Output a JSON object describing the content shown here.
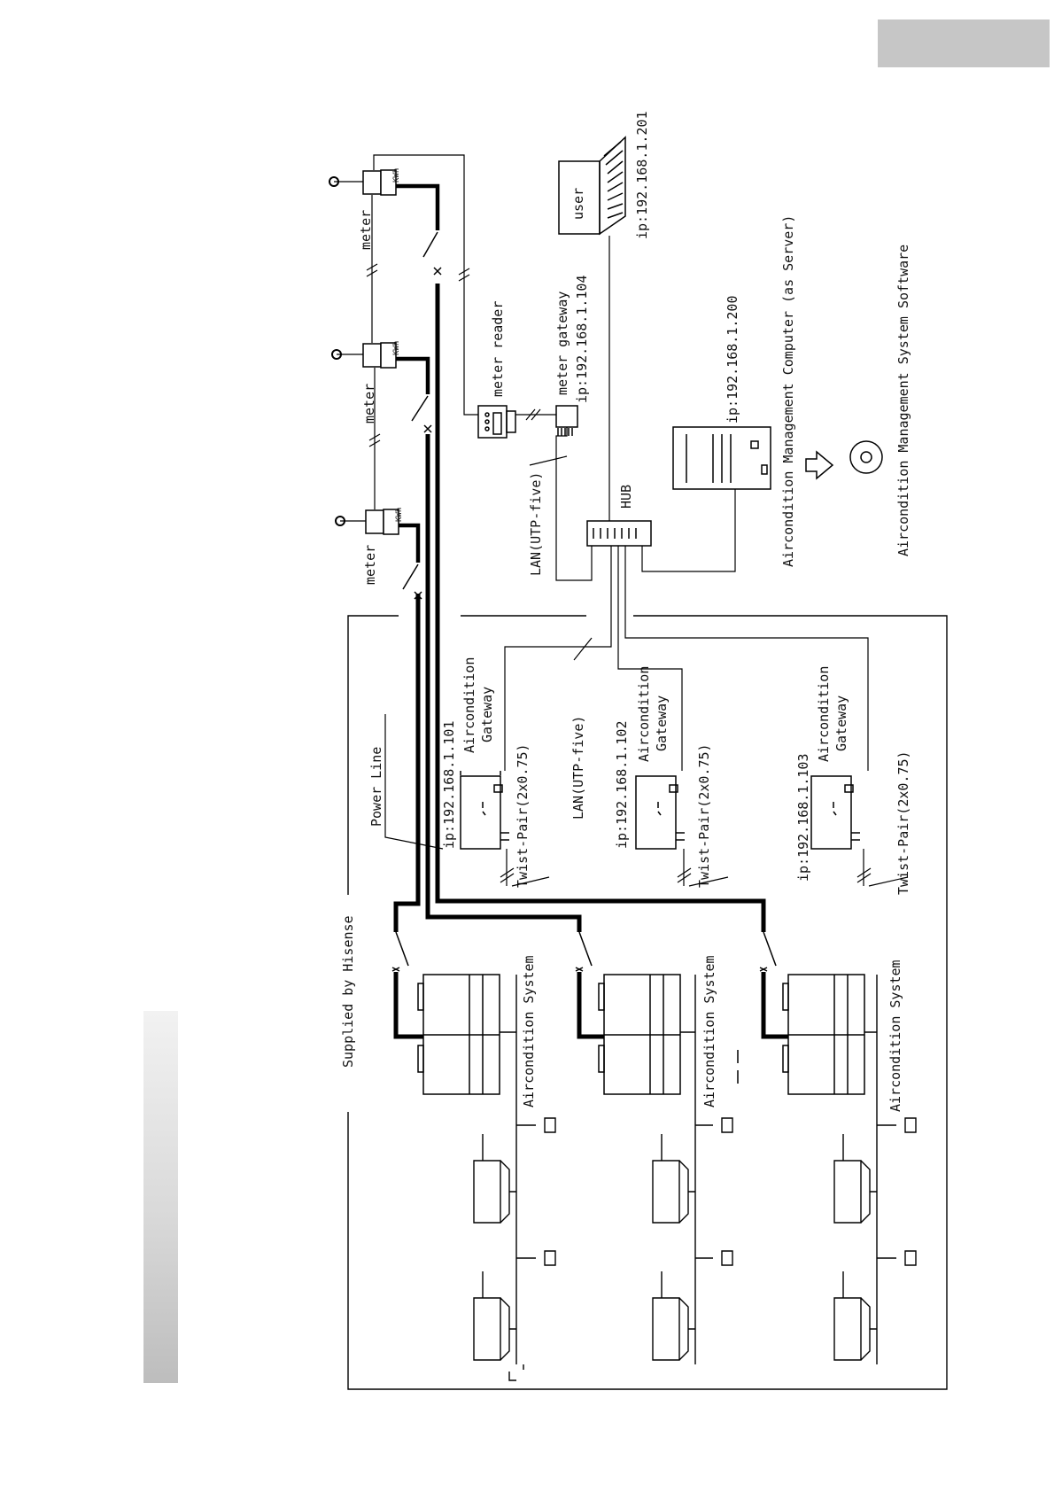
{
  "labels": {
    "supplied_by": "Supplied by Hisense",
    "power_line": "Power Line",
    "lan_top": "LAN(UTP-five)",
    "lan_mid": "LAN(UTP-five)",
    "hub": "HUB",
    "meter_reader": "meter reader",
    "meter_gateway": "meter gateway",
    "meter_gateway_ip": "ip:192.168.1.104",
    "user": "user",
    "user_ip": "ip:192.168.1.201",
    "server_ip": "ip:192.168.1.200",
    "server_caption": "Aircondition Management Computer (as Server)",
    "software_caption": "Aircondition Management System Software",
    "kwh": "KWh"
  },
  "meters": [
    {
      "label": "meter"
    },
    {
      "label": "meter"
    },
    {
      "label": "meter"
    }
  ],
  "gateways": [
    {
      "ip": "ip:192.168.1.101",
      "name1": "Aircondition",
      "name2": "Gateway",
      "cable": "Twist-Pair(2x0.75)"
    },
    {
      "ip": "ip:192.168.1.102",
      "name1": "Aircondition",
      "name2": "Gateway",
      "cable": "Twist-Pair(2x0.75)"
    },
    {
      "ip": "ip:192.168.1.103",
      "name1": "Aircondition",
      "name2": "Gateway",
      "cable": "Twist-Pair(2x0.75)"
    }
  ],
  "systems": [
    {
      "label": "Aircondition System"
    },
    {
      "label": "Aircondition System"
    },
    {
      "label": "Aircondition System"
    }
  ]
}
